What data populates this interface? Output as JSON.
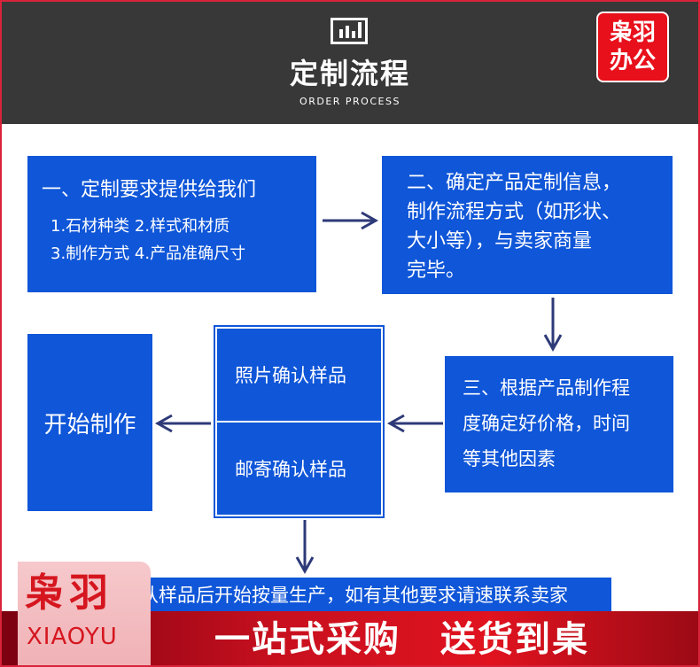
{
  "header": {
    "title": "定制流程",
    "subtitle": "ORDER PROCESS",
    "logo_line1": "枭羽",
    "logo_line2": "办公"
  },
  "steps": {
    "step1_title": "一、定制要求提供给我们",
    "step1_line1": "1.石材种类  2.样式和材质",
    "step1_line2": "3.制作方式  4.产品准确尺寸",
    "step2_line1": "二、确定产品定制信息，",
    "step2_line2": "制作流程方式（如形状、",
    "step2_line3": "大小等），与卖家商量",
    "step2_line4": "完毕。",
    "step3_line1": "三、根据产品制作程",
    "step3_line2": "度确定好价格，时间",
    "step3_line3": "等其他因素",
    "confirm_photo": "照片确认样品",
    "confirm_mail": "邮寄确认样品",
    "start": "开始制作"
  },
  "note": "认样品后开始按量生产，如有其他要求请速联系卖家",
  "footer": {
    "brand_cn": "枭羽",
    "brand_en": "XIAOYU",
    "slogan_1": "一站式采购",
    "slogan_2": "送货到桌"
  },
  "colors": {
    "header_bg": "#383838",
    "box_blue": "#0f56d8",
    "accent_red": "#d8233a",
    "arrow": "#2e3a78"
  }
}
